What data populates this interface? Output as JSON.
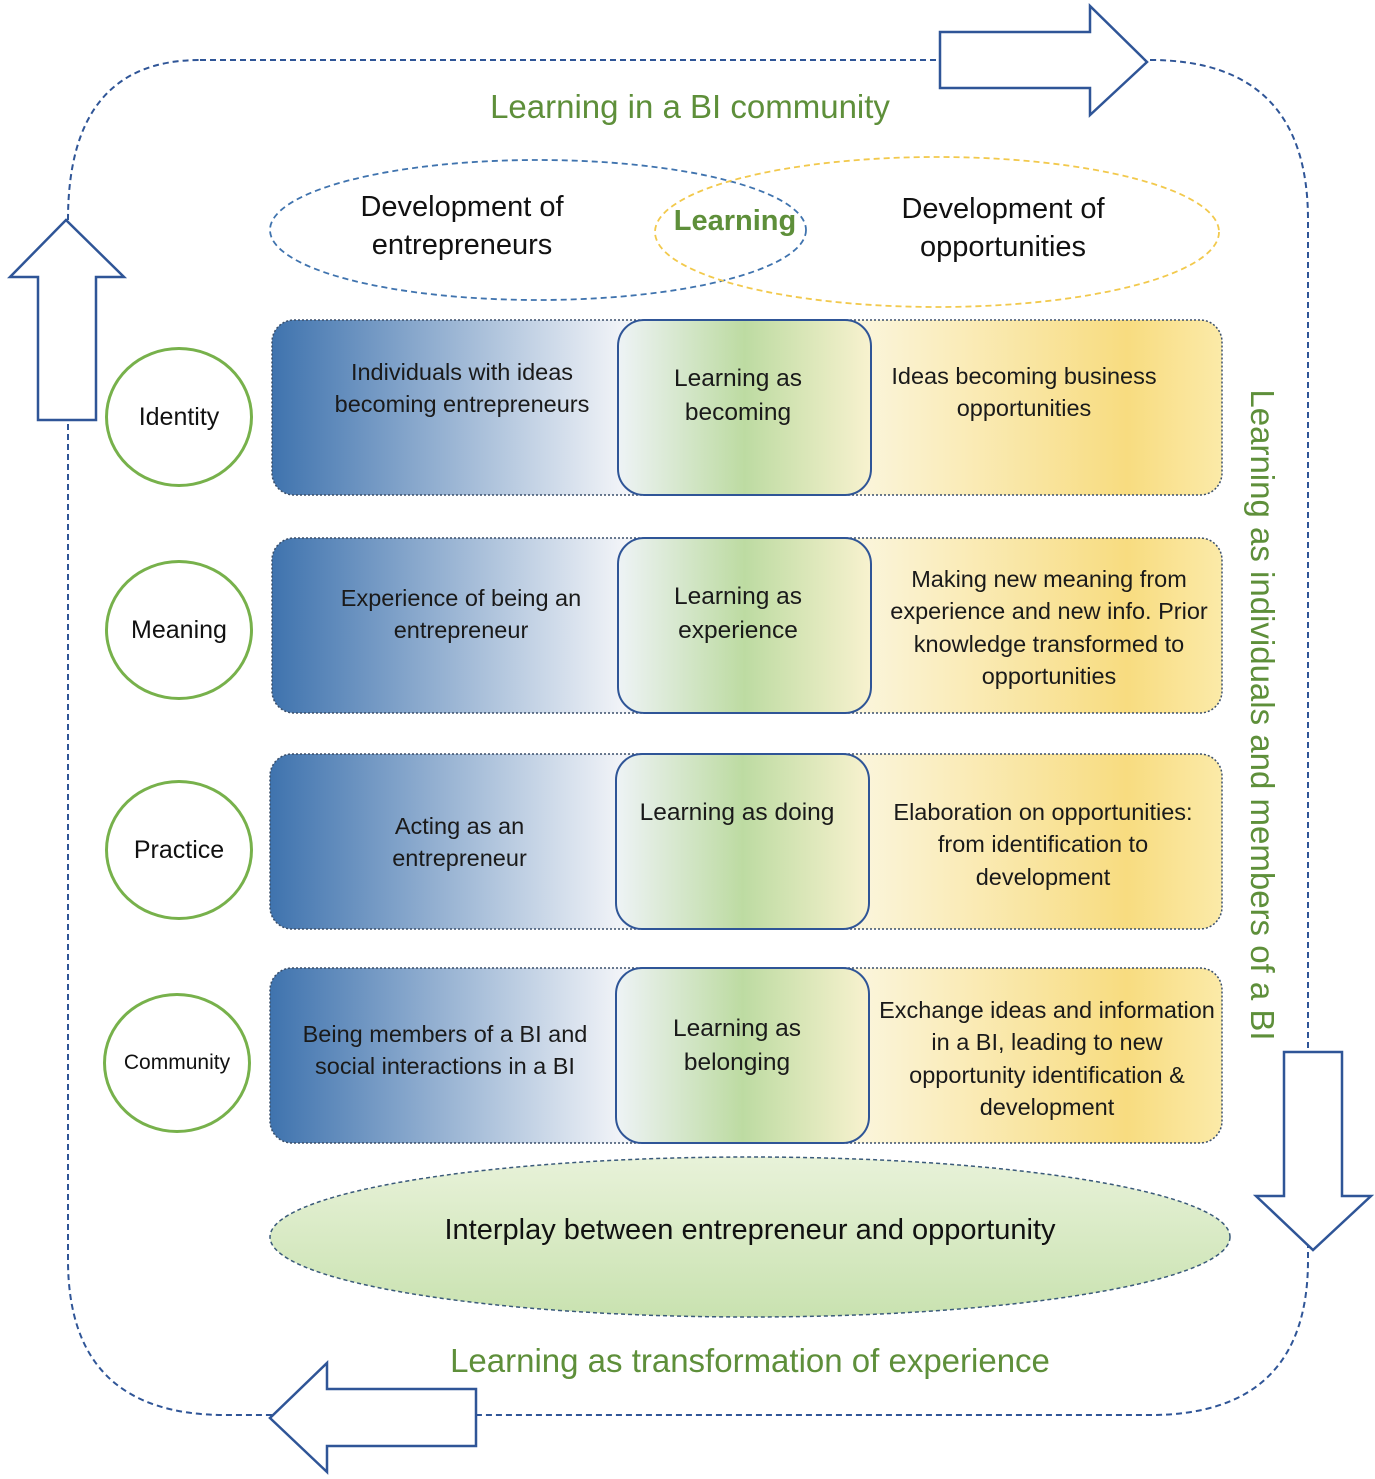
{
  "titles": {
    "top": "Learning in a BI community",
    "right": "Learning as individuals and members of a BI",
    "bottom": "Learning as transformation of experience"
  },
  "venn": {
    "left": "Development of entrepreneurs",
    "center": "Learning",
    "right": "Development of opportunities"
  },
  "rows": [
    {
      "circle": "Identity",
      "left": "Individuals with ideas becoming entrepreneurs",
      "middle": "Learning as becoming",
      "right": "Ideas becoming business opportunities"
    },
    {
      "circle": "Meaning",
      "left": "Experience of being an entrepreneur",
      "middle": "Learning as experience",
      "right": "Making new meaning from experience and new info. Prior knowledge transformed to opportunities"
    },
    {
      "circle": "Practice",
      "left": "Acting as an entrepreneur",
      "middle": "Learning as doing",
      "right": "Elaboration on opportunities: from identification to development"
    },
    {
      "circle": "Community",
      "left": "Being members of a BI and social interactions in a BI",
      "middle": "Learning as belonging",
      "right": "Exchange ideas and information in a BI, leading to new opportunity identification & development"
    }
  ],
  "interplay": "Interplay between entrepreneur and opportunity",
  "colors": {
    "title_green": "#5e8f3a",
    "circle_green": "#77b14b",
    "blue": "#3f73ae",
    "yellow": "#f8d978",
    "mid_green": "#bfdca5",
    "arrow": "#2f5597"
  }
}
